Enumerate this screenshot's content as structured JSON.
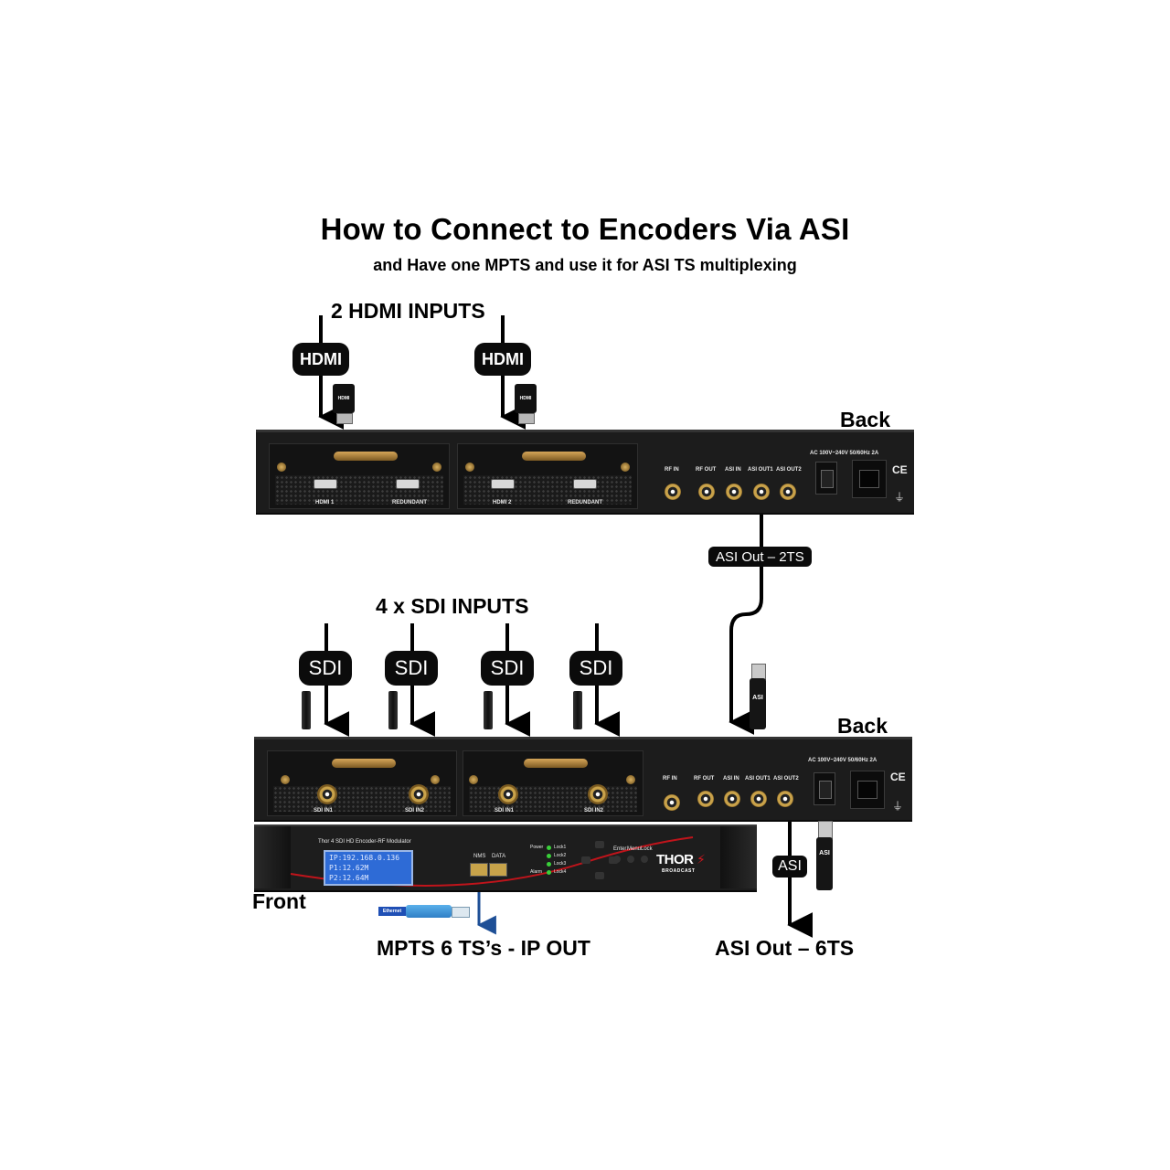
{
  "title": "How to Connect to Encoders Via ASI",
  "subtitle": "and Have one MPTS and use it for ASI TS multiplexing",
  "top_device": {
    "inputs_label": "2 HDMI INPUTS",
    "input_tag": "HDMI",
    "connector_text": "HDMI",
    "side_label": "Back",
    "module1_ports": [
      "HDMI 1",
      "REDUNDANT"
    ],
    "module2_ports": [
      "HDMI 2",
      "REDUNDANT"
    ],
    "rear_ports": [
      "RF IN",
      "RF OUT",
      "ASI IN",
      "ASI OUT1",
      "ASI OUT2"
    ],
    "power_label": "AC 100V~240V 50/60Hz 2A",
    "ce_mark": "CE"
  },
  "link_label": "ASI Out – 2TS",
  "bottom_device": {
    "inputs_label": "4 x SDI INPUTS",
    "input_tag": "SDI",
    "asi_connector_text": "ASI",
    "side_label": "Back",
    "module1_ports": [
      "SDI IN1",
      "SDI IN2"
    ],
    "module2_ports": [
      "SDI IN1",
      "SDI IN2"
    ],
    "rear_ports": [
      "RF IN",
      "RF OUT",
      "ASI IN",
      "ASI OUT1",
      "ASI OUT2"
    ],
    "power_label": "AC 100V~240V 50/60Hz 2A",
    "ce_mark": "CE"
  },
  "front_panel": {
    "model": "Thor 4 SDI HD Encoder-RF Modulator",
    "lcd_line1": "IP:192.168.0.136",
    "lcd_line2": "P1:12.62M P2:12.64M",
    "network_ports": [
      "NMS",
      "DATA"
    ],
    "status_leds": [
      "Power",
      "Lock1",
      "Lock2",
      "Lock3",
      "Alarm",
      "Lock4"
    ],
    "buttons": [
      "Enter",
      "Menu",
      "Lock"
    ],
    "brand": "THOR",
    "brand_sub": "BROADCAST",
    "side_label": "Front",
    "cable_tag": "Ethernet"
  },
  "asi_output_tag": "ASI",
  "asi_output_connector": "ASI",
  "ip_output_label": "MPTS 6 TS’s - IP OUT",
  "asi_output_label": "ASI Out – 6TS"
}
